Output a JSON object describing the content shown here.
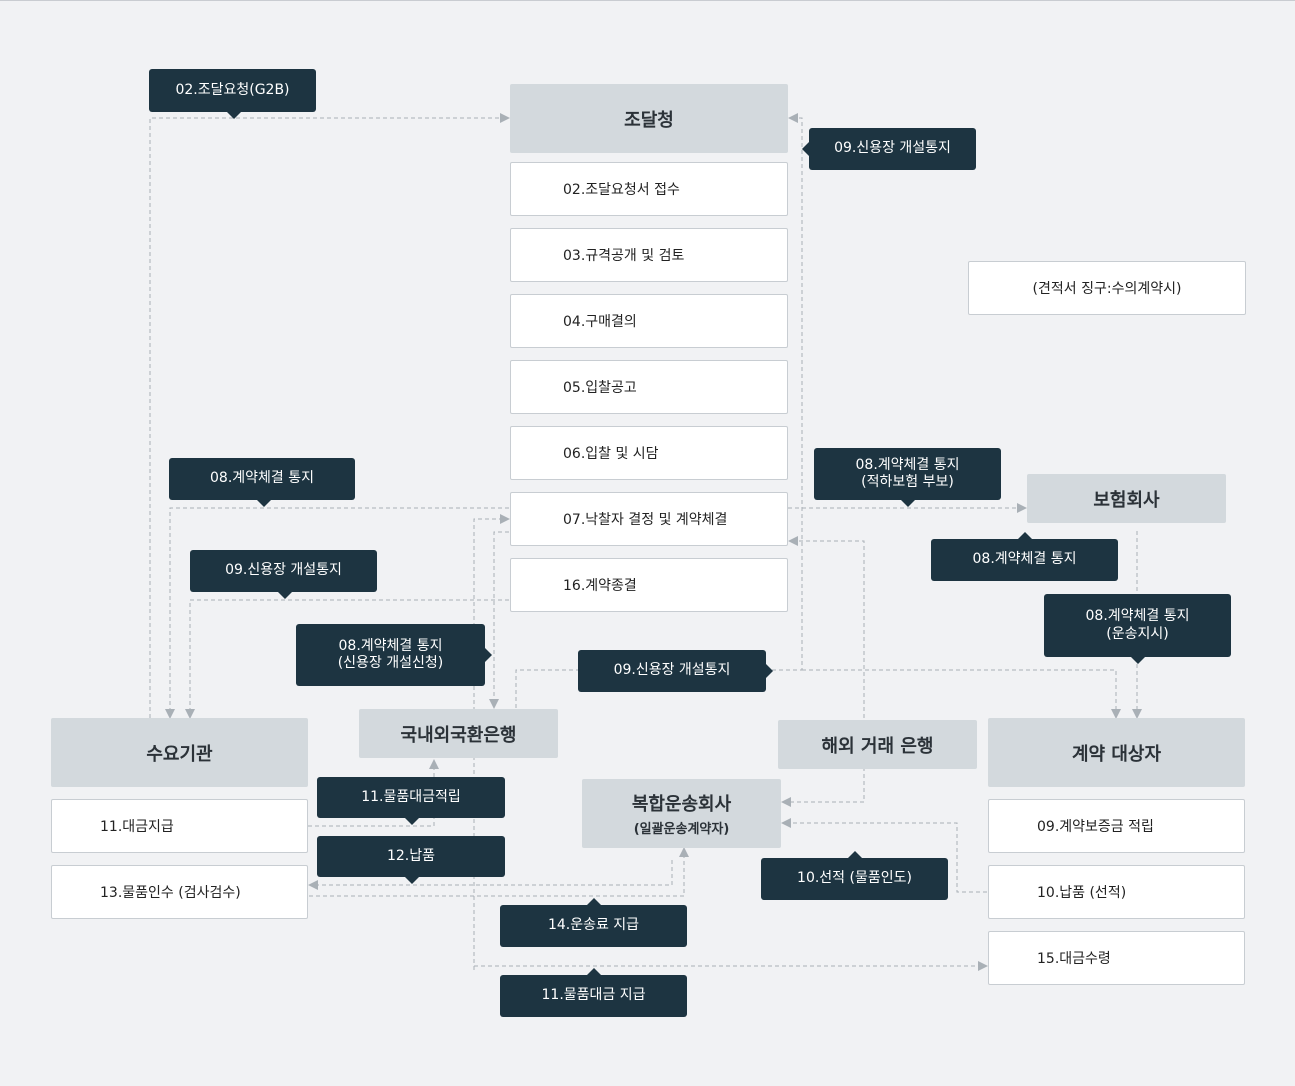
{
  "entities": {
    "procurement_service": "조달청",
    "demand_agency": "수요기관",
    "domestic_bank": "국내외국환은행",
    "overseas_bank": "해외 거래 은행",
    "forwarder": "복합운송회사",
    "forwarder_sub": "(일괄운송계약자)",
    "contractor": "계약 대상자",
    "insurer": "보험회사"
  },
  "procurement_steps": [
    "02.조달요청서 접수",
    "03.규격공개 및 검토",
    "04.구매결의",
    "05.입찰공고",
    "06.입찰 및 시담",
    "07.낙찰자 결정 및 계약체결",
    "16.계약종결"
  ],
  "demand_steps": [
    "11.대금지급",
    "13.물품인수 (검사검수)"
  ],
  "contractor_steps": [
    "09.계약보증금 적립",
    "10.납품 (선적)",
    "15.대금수령"
  ],
  "estimate_note": "(견적서 징구:수의계약시)",
  "tags": {
    "g2b_request": "02.조달요청(G2B)",
    "lc_notice_top": "09.신용장 개설통지",
    "contract_notice_left": "08.계약체결 통지",
    "lc_notice_left": "09.신용장 개설통지",
    "contract_notice_lc_1": "08.계약체결 통지",
    "contract_notice_lc_2": "(신용장 개설신청)",
    "lc_notice_mid": "09.신용장 개설통지",
    "contract_notice_ins_1": "08.계약체결 통지",
    "contract_notice_ins_2": "(적하보험 부보)",
    "contract_notice_right": "08.계약체결 통지",
    "contract_notice_ship_1": "08.계약체결 통지",
    "contract_notice_ship_2": "(운송지시)",
    "payment_reserve": "11.물품대금적립",
    "delivery": "12.납품",
    "shipping": "10.선적 (물품인도)",
    "freight_payment": "14.운송료 지급",
    "goods_payment": "11.물품대금 지급"
  },
  "colors": {
    "background": "#f1f2f4",
    "entity": "#d3d9dd",
    "tag": "#1d3441",
    "box_border": "#c8cdd2",
    "line": "#a9b0b6"
  }
}
